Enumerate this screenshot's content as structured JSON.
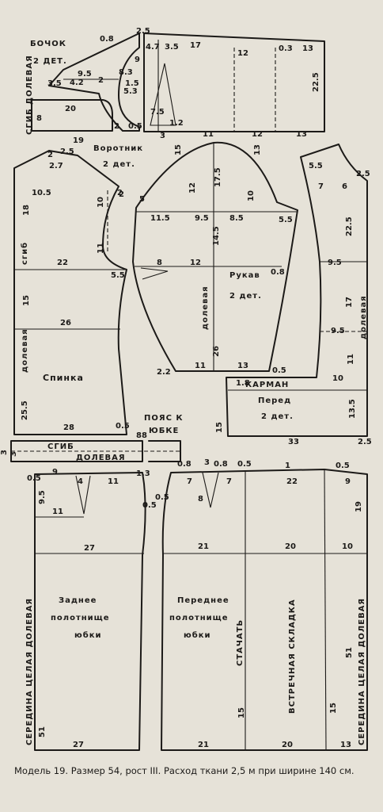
{
  "pieces": {
    "bochok": {
      "label": "БОЧОК",
      "count": "2 ДЕТ.",
      "fold": "СГИБ ДОЛЕВАЯ"
    },
    "vorotnik": {
      "label": "Воротник",
      "count": "2 дет."
    },
    "spinka": {
      "label": "Спинка",
      "grain": "долевая",
      "fold": "сгиб"
    },
    "rukav": {
      "label": "Рукав",
      "count": "2 дет.",
      "grain": "долевая"
    },
    "perednie": {
      "label": "Перед",
      "count": "2 дет.",
      "pocket": "КАРМАН",
      "grain": "долевая"
    },
    "poyas": {
      "label": "ПОЯС К",
      "label2": "ЮБКЕ",
      "fold": "СГИБ",
      "grain": "ДОЛЕВАЯ"
    },
    "back_skirt": {
      "line1": "Заднее",
      "line2": "полотнище",
      "line3": "юбки",
      "side": "СЕРЕДИНА ЦЕЛАЯ ДОЛЕВАЯ"
    },
    "front_skirt": {
      "line1": "Переднее",
      "line2": "полотнище",
      "line3": "юбки",
      "stitch": "СТАЧАТЬ",
      "pleat": "ВСТРЕЧНАЯ СКЛАДКА",
      "side": "СЕРЕДИНА ЦЕЛАЯ ДОЛЕВАЯ"
    }
  },
  "measurements": {
    "top_right": [
      "4.7",
      "3.5",
      "17",
      "12",
      "0.3",
      "13",
      "22.5",
      "9",
      "2.5",
      "11",
      "12",
      "13",
      "3",
      "7.5",
      "1.2",
      "0.5"
    ],
    "bochok": [
      "0.8",
      "3.5",
      "9.5",
      "4.2",
      "2",
      "8.3",
      "1.5",
      "5.3",
      "20",
      "8",
      "2",
      "19"
    ],
    "spinka": [
      "2",
      "2.5",
      "2.7",
      "10.5",
      "18",
      "10",
      "2",
      "11",
      "22",
      "5.5",
      "15",
      "26",
      "25.5",
      "28",
      "0.5"
    ],
    "rukav": [
      "15",
      "13",
      "17.5",
      "12",
      "10",
      "5",
      "11.5",
      "9.5",
      "8.5",
      "5.5",
      "14.5",
      "8",
      "12",
      "0.8",
      "26",
      "2.2",
      "11",
      "13",
      "0.5",
      "2"
    ],
    "perednie": [
      "5.5",
      "2.5",
      "7",
      "6",
      "22.5",
      "9.5",
      "17",
      "9.5",
      "11",
      "10",
      "13.5",
      "1.8",
      "15",
      "33",
      "2.5"
    ],
    "poyas": [
      "3",
      "88",
      "3"
    ],
    "back_skirt": [
      "0.5",
      "9",
      "4",
      "11",
      "1.3",
      "9.5",
      "11",
      "0.5",
      "27",
      "27",
      "51"
    ],
    "front_skirt": [
      "0.8",
      "3",
      "0.8",
      "0.5",
      "1",
      "0.5",
      "7",
      "7",
      "22",
      "9",
      "8",
      "0.5",
      "19",
      "21",
      "20",
      "10",
      "15",
      "15",
      "21",
      "20",
      "13",
      "51"
    ]
  },
  "caption": "Модель 19. Размер 54, рост III. Расход ткани 2,5 м при ширине 140 см."
}
